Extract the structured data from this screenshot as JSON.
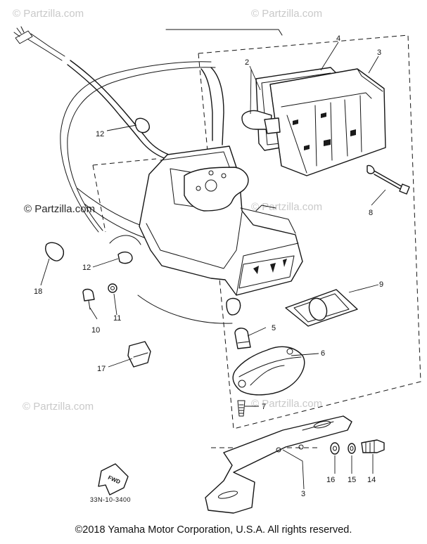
{
  "watermarks": {
    "brand": "© Partzilla.com"
  },
  "callouts": {
    "c2": "2",
    "c3a": "3",
    "c3b": "3",
    "c4": "4",
    "c5": "5",
    "c6": "6",
    "c7": "7",
    "c8": "8",
    "c9": "9",
    "c10": "10",
    "c11": "11",
    "c12a": "12",
    "c12b": "12",
    "c14": "14",
    "c15": "15",
    "c16": "16",
    "c17": "17",
    "c18": "18"
  },
  "fwd_label": "FWD",
  "drawing_code": "33N-10-3400",
  "copyright": "©2018 Yamaha Motor Corporation, U.S.A. All rights reserved."
}
